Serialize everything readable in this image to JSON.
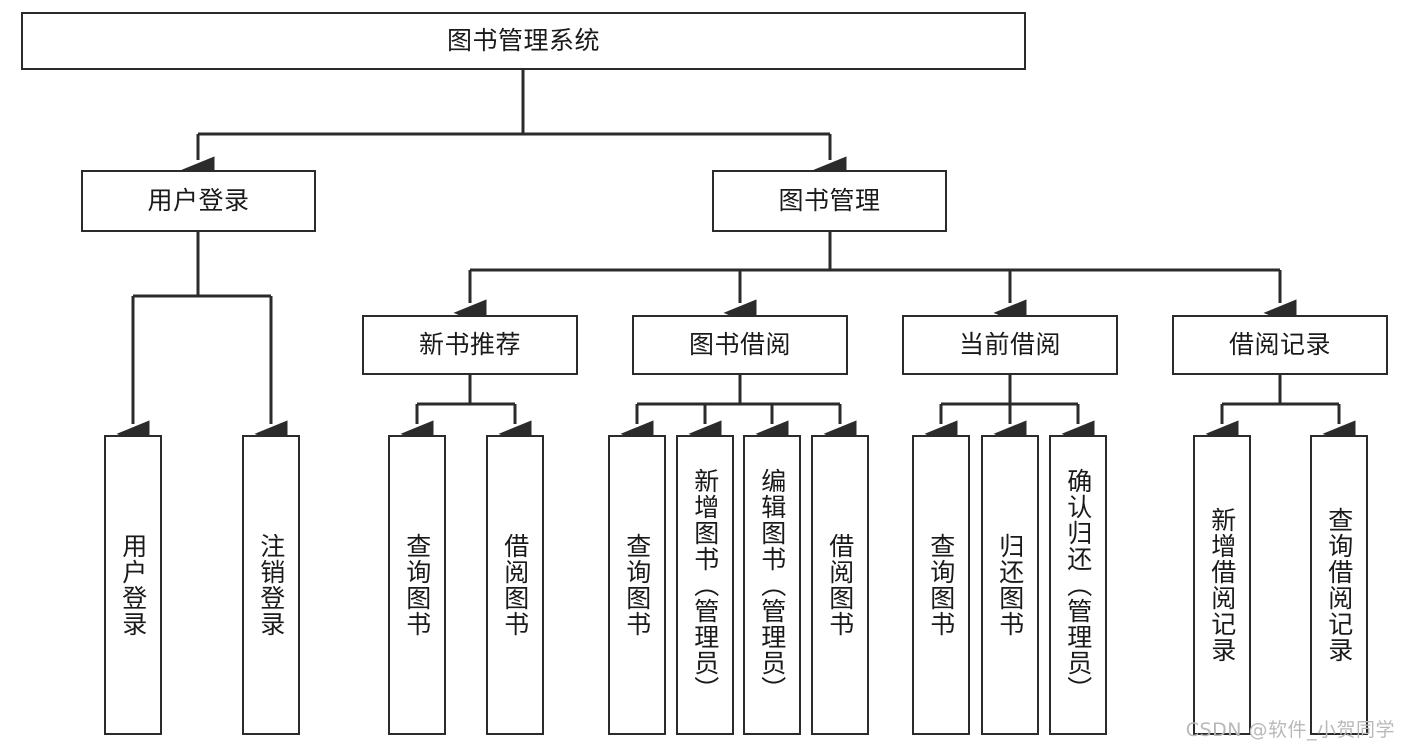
{
  "diagram": {
    "title": "图书管理系统",
    "type": "tree-hierarchy-diagram",
    "accent_color": "#2b2b2b",
    "background_color": "#ffffff",
    "root": {
      "label": "图书管理系统",
      "orientation": "horizontal"
    },
    "level2": [
      {
        "label": "用户登录",
        "orientation": "horizontal"
      },
      {
        "label": "图书管理",
        "orientation": "horizontal"
      }
    ],
    "level3": [
      {
        "label": "新书推荐",
        "orientation": "horizontal"
      },
      {
        "label": "图书借阅",
        "orientation": "horizontal"
      },
      {
        "label": "当前借阅",
        "orientation": "horizontal"
      },
      {
        "label": "借阅记录",
        "orientation": "horizontal"
      }
    ],
    "leaves": {
      "user_login": [
        {
          "label": "用户登录",
          "orientation": "vertical"
        },
        {
          "label": "注销登录",
          "orientation": "vertical"
        }
      ],
      "new_book_recommend": [
        {
          "label": "查询图书",
          "orientation": "vertical"
        },
        {
          "label": "借阅图书",
          "orientation": "vertical"
        }
      ],
      "book_borrow": [
        {
          "label": "查询图书",
          "orientation": "vertical"
        },
        {
          "label": "新增图书（管理员）",
          "orientation": "vertical"
        },
        {
          "label": "编辑图书（管理员）",
          "orientation": "vertical"
        },
        {
          "label": "借阅图书",
          "orientation": "vertical"
        }
      ],
      "current_borrow": [
        {
          "label": "查询图书",
          "orientation": "vertical"
        },
        {
          "label": "归还图书",
          "orientation": "vertical"
        },
        {
          "label": "确认归还（管理员）",
          "orientation": "vertical"
        }
      ],
      "borrow_record": [
        {
          "label": "新增借阅记录",
          "orientation": "vertical"
        },
        {
          "label": "查询借阅记录",
          "orientation": "vertical"
        }
      ]
    }
  },
  "watermark": {
    "text": "CSDN @软件_小贺同学"
  }
}
